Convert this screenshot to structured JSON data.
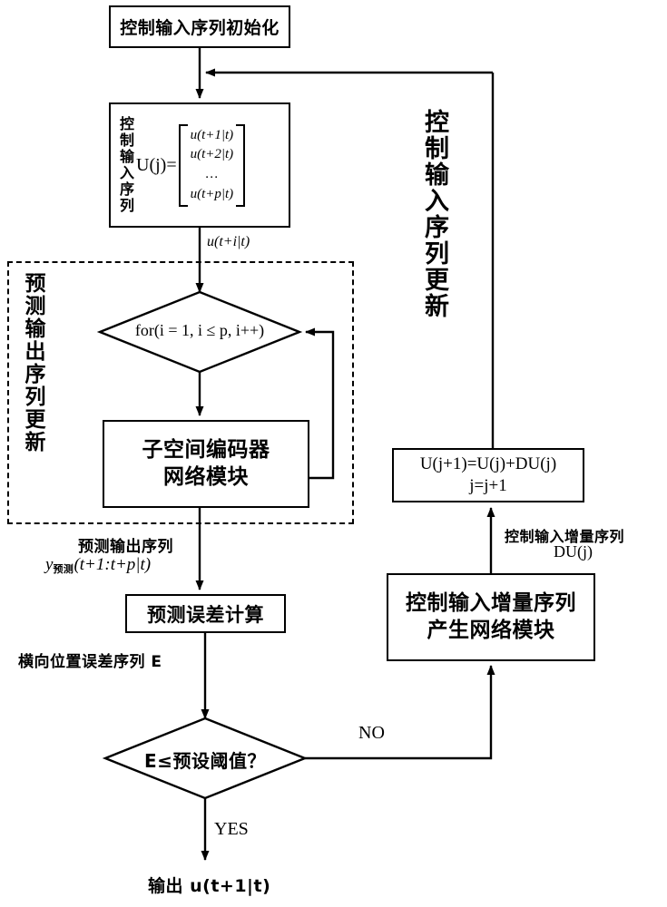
{
  "diagram": {
    "title_vertical_right": "控制输入序列更新",
    "dashed_region_label": "预测输出序列更新",
    "nodes": {
      "init": "控制输入序列初始化",
      "useq_label": "控制输入序列",
      "useq_eq": "U(j)=",
      "useq_matrix": [
        "u(t+1|t)",
        "u(t+2|t)",
        "…",
        "u(t+p|t)"
      ],
      "loop_condition": "for(i = 1, i ≤ p, i++)",
      "encoder_line1": "子空间编码器",
      "encoder_line2": "网络模块",
      "error_calc": "预测误差计算",
      "decision": "E≤预设阈值？",
      "update_line1": "U(j+1)=U(j)+DU(j)",
      "update_line2": "j=j+1",
      "du_module_line1": "控制输入增量序列",
      "du_module_line2": "产生网络模块",
      "output": "输出 u(t+1|t)"
    },
    "edge_labels": {
      "u_t_i": "u(t+i|t)",
      "pred_out_line1": "预测输出序列",
      "pred_out_line2_main": "y",
      "pred_out_line2_sub": "预测",
      "pred_out_line2_rest": "(t+1:t+p|t)",
      "error_seq": "横向位置误差序列 E",
      "no": "NO",
      "yes": "YES",
      "du_label_line1": "控制输入增量序列",
      "du_label_line2": "DU(j)"
    },
    "colors": {
      "stroke": "#000000",
      "background": "#ffffff"
    }
  }
}
